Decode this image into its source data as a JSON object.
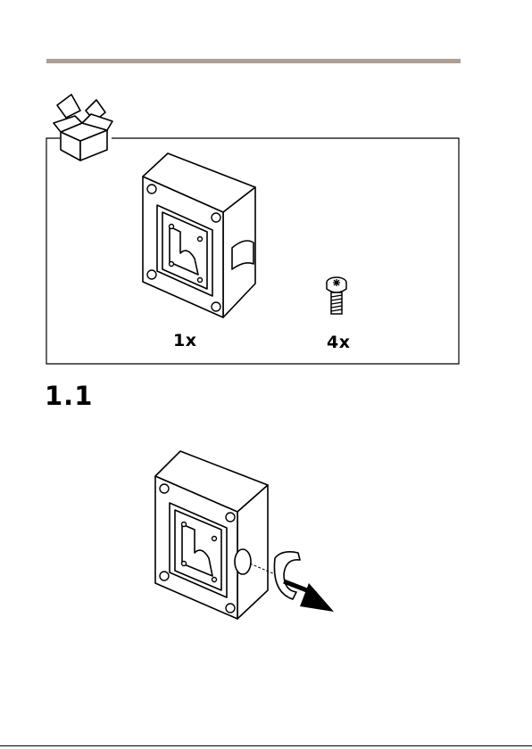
{
  "colors": {
    "rule": "#ac9f95",
    "line": "#000000"
  },
  "package_contents": {
    "items": [
      {
        "icon": "junction-box-icon",
        "quantity": "1x"
      },
      {
        "icon": "screw-icon",
        "quantity": "4x"
      }
    ]
  },
  "step": {
    "number": "1.1",
    "icon": "remove-plug-icon"
  }
}
